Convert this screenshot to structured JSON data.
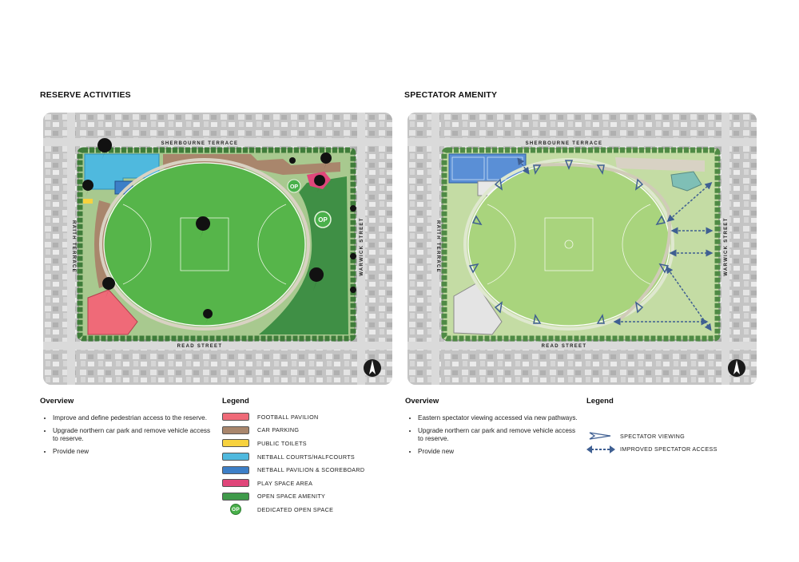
{
  "left": {
    "title": "RESERVE ACTIVITIES",
    "streets": {
      "north": "SHERBOURNE TERRACE",
      "south": "READ STREET",
      "west": "RAITH TERRACE",
      "east": "WARWICK STREET"
    },
    "op_label": "OP",
    "overview_title": "Overview",
    "overview": [
      "Improve and define pedestrian access to the reserve.",
      "Upgrade northern car park and remove vehicle access to reserve.",
      "Provide new"
    ],
    "legend_title": "Legend",
    "legend": [
      {
        "label": "FOOTBALL PAVILION",
        "color": "#ef6a78"
      },
      {
        "label": "CAR PARKING",
        "color": "#a9866c"
      },
      {
        "label": "PUBLIC TOILETS",
        "color": "#f7d23e"
      },
      {
        "label": "NETBALL COURTS/HALFCOURTS",
        "color": "#4fb9de"
      },
      {
        "label": "NETBALL PAVILION & SCOREBOARD",
        "color": "#3d7fc7"
      },
      {
        "label": "PLAY SPACE AREA",
        "color": "#e0467a"
      },
      {
        "label": "OPEN SPACE AMENITY",
        "color": "#3f9a4a"
      },
      {
        "label": "DEDICATED OPEN SPACE",
        "icon": "op-circle-icon"
      }
    ]
  },
  "right": {
    "title": "SPECTATOR AMENITY",
    "streets": {
      "north": "SHERBOURNE TERRACE",
      "south": "READ STREET",
      "west": "RAITH TERRACE",
      "east": "WARWICK STREET"
    },
    "overview_title": "Overview",
    "overview": [
      "Eastern spectator viewing accessed via new pathways.",
      "Upgrade northern car park and remove vehicle access to reserve.",
      "Provide new"
    ],
    "legend_title": "Legend",
    "legend": [
      {
        "label": "SPECTATOR VIEWING",
        "icon": "spectator-viewing-arrow-icon"
      },
      {
        "label": "IMPROVED SPECTATOR ACCESS",
        "icon": "double-arrow-icon"
      }
    ]
  },
  "colors": {
    "oval_left": "#56b54a",
    "oval_right": "#a9d47d",
    "open_space": "#3f8f45",
    "trees": "#3f7c3a",
    "path": "#d9d2c3",
    "arrow_blue": "#3f5f92",
    "north_arrow": "#1a1a1a"
  }
}
